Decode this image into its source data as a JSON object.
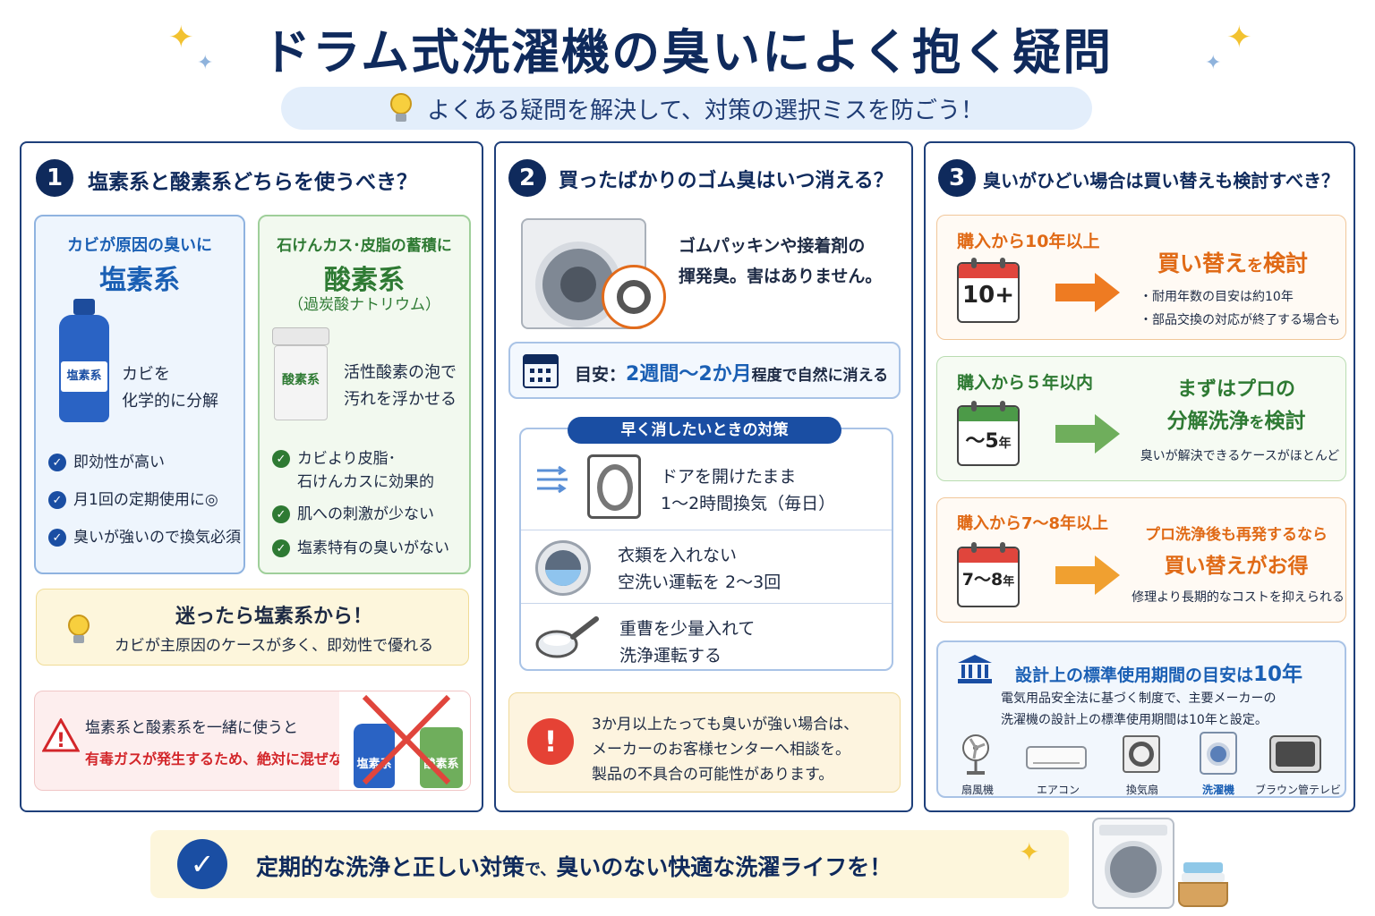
{
  "header": {
    "title": "ドラム式洗濯機の臭いによく抱く疑問",
    "subtitle": "よくある疑問を解決して、対策の選択ミスを防ごう！"
  },
  "panel1": {
    "number": "1",
    "title": "塩素系と酸素系どちらを使うべき？",
    "chlorine": {
      "lead": "カビが原因の臭いに",
      "name": "塩素系",
      "bottle_label": "塩素系",
      "desc1": "カビを",
      "desc2": "化学的に分解",
      "points": [
        "即効性が高い",
        "月1回の定期使用に◎",
        "臭いが強いので換気必須"
      ]
    },
    "oxygen": {
      "lead": "石けんカス･皮脂の蓄積に",
      "name": "酸素系",
      "sub": "（過炭酸ナトリウム）",
      "jar_label": "酸素系",
      "desc1": "活性酸素の泡で",
      "desc2": "汚れを浮かせる",
      "points": [
        "カビより皮脂･",
        "石けんカスに効果的",
        "肌への刺激が少ない",
        "塩素特有の臭いがない"
      ]
    },
    "tip": {
      "title": "迷ったら塩素系から！",
      "text": "カビが主原因のケースが多く、即効性で優れる"
    },
    "warning": {
      "line1": "塩素系と酸素系を一緒に使うと",
      "line2": "有毒ガスが発生するため、絶対に混ぜない！",
      "label_a": "塩素系",
      "label_b": "酸素系"
    }
  },
  "panel2": {
    "number": "2",
    "title": "買ったばかりのゴム臭はいつ消える？",
    "cause1": "ゴムパッキンや接着剤の",
    "cause2": "揮発臭。害はありません。",
    "guide_prefix": "目安：",
    "guide_value": "2週間〜2か月",
    "guide_suffix": "程度で自然に消える",
    "measures_title": "早く消したいときの対策",
    "measures": [
      {
        "line1": "ドアを開けたまま",
        "line2": "1〜2時間換気（毎日）"
      },
      {
        "line1": "衣類を入れない",
        "line2": "空洗い運転を 2〜3回"
      },
      {
        "line1": "重曹を少量入れて",
        "line2": "洗浄運転する"
      }
    ],
    "alert": {
      "line1": "3か月以上たっても臭いが強い場合は、",
      "line2": "メーカーのお客様センターへ相談を。",
      "line3": "製品の不具合の可能性があります。"
    }
  },
  "panel3": {
    "number": "3",
    "title": "臭いがひどい場合は買い替えも検討すべき？",
    "cases": [
      {
        "label": "購入から10年以上",
        "cal": "10+",
        "headline1": "買い替え",
        "headline_mid": "を",
        "headline2": "検討",
        "notes": [
          "・耐用年数の目安は約10年",
          "・部品交換の対応が終了する場合も"
        ]
      },
      {
        "label": "購入から５年以内",
        "cal": "〜5",
        "cal_unit": "年",
        "headline_a": "まずはプロの",
        "headline_b": "分解洗浄",
        "headline_mid": "を",
        "headline_c": "検討",
        "notes": [
          "臭いが解決できるケースがほとんど"
        ]
      },
      {
        "label": "購入から7〜8年以上",
        "cal": "7〜8",
        "cal_unit": "年",
        "headline_a": "プロ洗浄後も再発するなら",
        "headline_b": "買い替えがお得",
        "notes": [
          "修理より長期的なコストを抑えられる"
        ]
      }
    ],
    "standard": {
      "title": "設計上の標準使用期間の目安は",
      "title_value": "10年",
      "text1": "電気用品安全法に基づく制度で、主要メーカーの",
      "text2": "洗濯機の設計上の標準使用期間は10年と設定。",
      "appliances": [
        "扇風機",
        "エアコン",
        "換気扇",
        "洗濯機",
        "ブラウン管テレビ"
      ]
    }
  },
  "footer": {
    "text_a": "定期的な洗浄と正しい対策",
    "text_small": "で、",
    "text_b": "臭いのない快適な洗濯ライフを！"
  },
  "colors": {
    "navy": "#0f2a5c",
    "blue": "#1a5fb4",
    "green": "#2e7a33",
    "orange": "#e06a16",
    "red": "#d3262a"
  }
}
